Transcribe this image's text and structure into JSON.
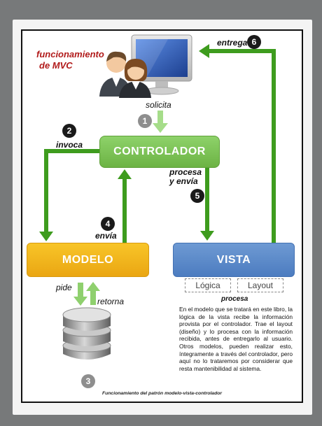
{
  "title_line1": "funcionamiento",
  "title_line2": "de MVC",
  "boxes": {
    "controlador": "CONTROLADOR",
    "modelo": "MODELO",
    "vista": "VISTA"
  },
  "vista_parts": [
    "Lógica",
    "Layout"
  ],
  "labels": {
    "solicita": "solicita",
    "invoca": "invoca",
    "procesa_line1": "procesa",
    "procesa_line2": "y envía",
    "envia": "envía",
    "entrega": "entrega",
    "pide": "pide",
    "retorna": "retorna",
    "procesa_heading": "procesa"
  },
  "steps": [
    "1",
    "2",
    "3",
    "4",
    "5",
    "6"
  ],
  "description": "En el modelo que se tratará en este libro, la lógica de la vista recibe la información provista por el controlador. Trae el layout (diseño) y lo procesa con la información recibida, antes de entregarlo al usuario. Otros modelos, pueden realizar esto, íntegramente a través del controlador, pero aquí no lo trataremos por considerar que resta mantenibilidad al sistema.",
  "caption": "Funcionamiento del patrón modelo-vista-controlador",
  "colors": {
    "arrow_green": "#3e9c1e",
    "controller_green": "#7cc455",
    "model_orange": "#f2b320",
    "view_blue": "#5b88c8",
    "title_red": "#b11a1a"
  },
  "icons": [
    "users-at-computer-icon",
    "database-icon"
  ]
}
